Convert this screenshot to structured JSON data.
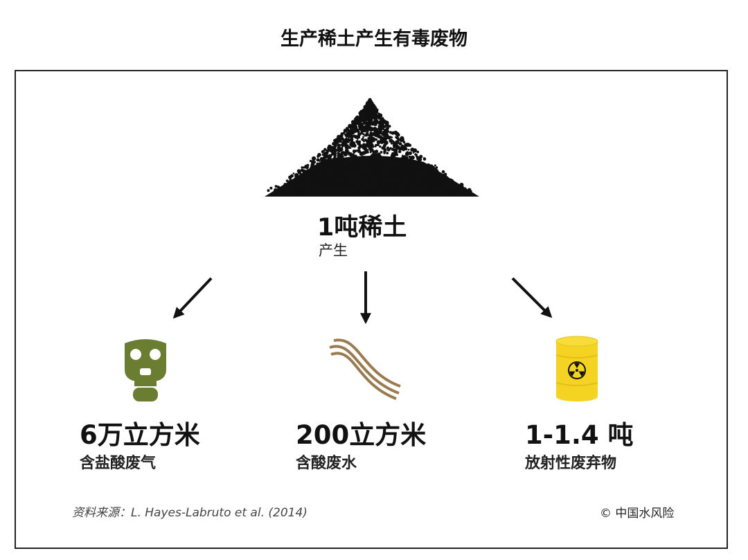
{
  "title": "生产稀土产生有毒废物",
  "source": {
    "amount": "1吨稀土",
    "label": "产生",
    "icon": "rare-earth-pile-icon"
  },
  "outputs": [
    {
      "amount": "6万立方米",
      "label": "含盐酸废气",
      "icon": "gas-mask-icon",
      "color": "#6b7d31"
    },
    {
      "amount": "200立方米",
      "label": "含酸废水",
      "icon": "wastewater-stream-icon",
      "color": "#9a7a4f"
    },
    {
      "amount": "1-1.4 吨",
      "label": "放射性废弃物",
      "icon": "radioactive-barrel-icon",
      "color": "#f5d322"
    }
  ],
  "footer": {
    "source": "资料来源：L. Hayes-Labruto et al. (2014)",
    "copyright": "© 中国水风险"
  }
}
